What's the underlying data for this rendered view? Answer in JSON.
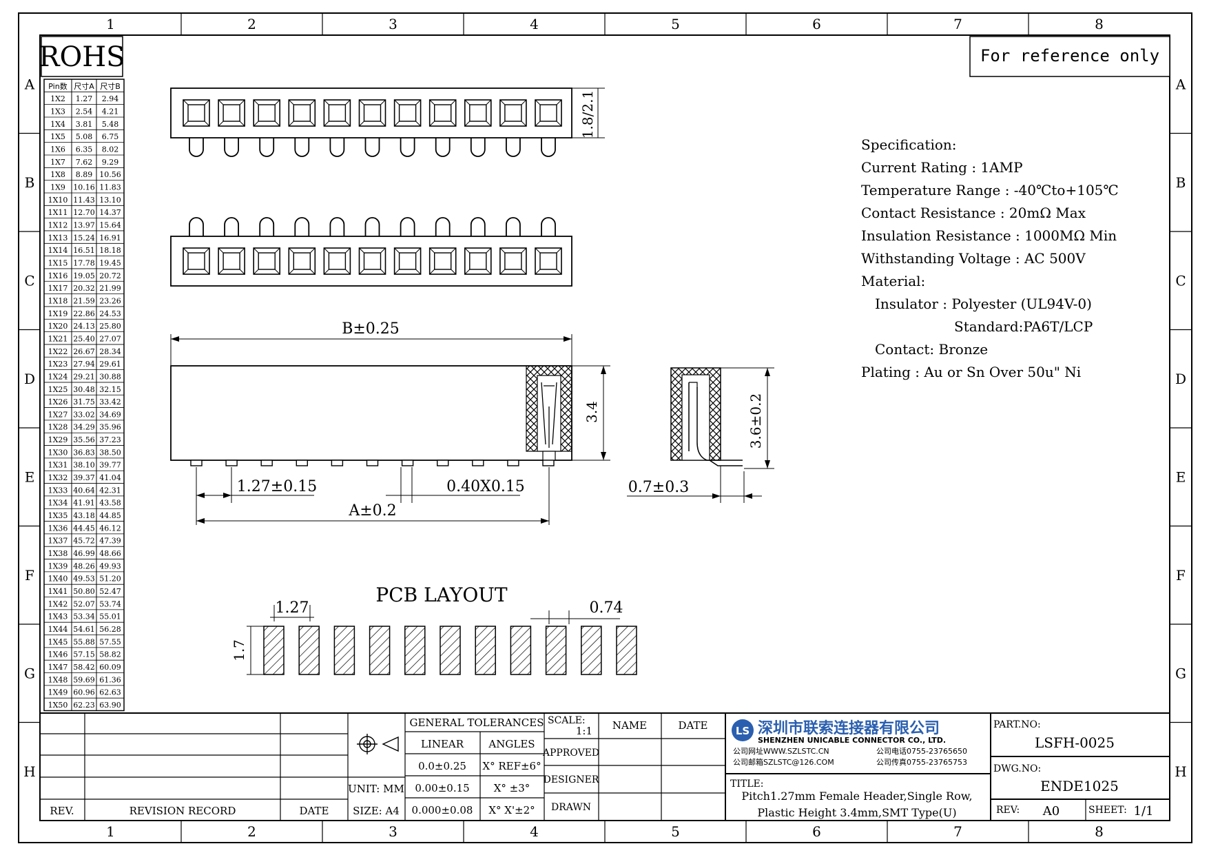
{
  "border": {
    "columns": [
      "1",
      "2",
      "3",
      "4",
      "5",
      "6",
      "7",
      "8"
    ],
    "rows": [
      "A",
      "B",
      "C",
      "D",
      "E",
      "F",
      "G",
      "H"
    ]
  },
  "rohs_label": "ROHS",
  "reference_note": "For reference only",
  "pin_table": {
    "headers": [
      "Pin数",
      "尺寸A",
      "尺寸B"
    ],
    "rows": [
      [
        "1X2",
        "1.27",
        "2.94"
      ],
      [
        "1X3",
        "2.54",
        "4.21"
      ],
      [
        "1X4",
        "3.81",
        "5.48"
      ],
      [
        "1X5",
        "5.08",
        "6.75"
      ],
      [
        "1X6",
        "6.35",
        "8.02"
      ],
      [
        "1X7",
        "7.62",
        "9.29"
      ],
      [
        "1X8",
        "8.89",
        "10.56"
      ],
      [
        "1X9",
        "10.16",
        "11.83"
      ],
      [
        "1X10",
        "11.43",
        "13.10"
      ],
      [
        "1X11",
        "12.70",
        "14.37"
      ],
      [
        "1X12",
        "13.97",
        "15.64"
      ],
      [
        "1X13",
        "15.24",
        "16.91"
      ],
      [
        "1X14",
        "16.51",
        "18.18"
      ],
      [
        "1X15",
        "17.78",
        "19.45"
      ],
      [
        "1X16",
        "19.05",
        "20.72"
      ],
      [
        "1X17",
        "20.32",
        "21.99"
      ],
      [
        "1X18",
        "21.59",
        "23.26"
      ],
      [
        "1X19",
        "22.86",
        "24.53"
      ],
      [
        "1X20",
        "24.13",
        "25.80"
      ],
      [
        "1X21",
        "25.40",
        "27.07"
      ],
      [
        "1X22",
        "26.67",
        "28.34"
      ],
      [
        "1X23",
        "27.94",
        "29.61"
      ],
      [
        "1X24",
        "29.21",
        "30.88"
      ],
      [
        "1X25",
        "30.48",
        "32.15"
      ],
      [
        "1X26",
        "31.75",
        "33.42"
      ],
      [
        "1X27",
        "33.02",
        "34.69"
      ],
      [
        "1X28",
        "34.29",
        "35.96"
      ],
      [
        "1X29",
        "35.56",
        "37.23"
      ],
      [
        "1X30",
        "36.83",
        "38.50"
      ],
      [
        "1X31",
        "38.10",
        "39.77"
      ],
      [
        "1X32",
        "39.37",
        "41.04"
      ],
      [
        "1X33",
        "40.64",
        "42.31"
      ],
      [
        "1X34",
        "41.91",
        "43.58"
      ],
      [
        "1X35",
        "43.18",
        "44.85"
      ],
      [
        "1X36",
        "44.45",
        "46.12"
      ],
      [
        "1X37",
        "45.72",
        "47.39"
      ],
      [
        "1X38",
        "46.99",
        "48.66"
      ],
      [
        "1X39",
        "48.26",
        "49.93"
      ],
      [
        "1X40",
        "49.53",
        "51.20"
      ],
      [
        "1X41",
        "50.80",
        "52.47"
      ],
      [
        "1X42",
        "52.07",
        "53.74"
      ],
      [
        "1X43",
        "53.34",
        "55.01"
      ],
      [
        "1X44",
        "54.61",
        "56.28"
      ],
      [
        "1X45",
        "55.88",
        "57.55"
      ],
      [
        "1X46",
        "57.15",
        "58.82"
      ],
      [
        "1X47",
        "58.42",
        "60.09"
      ],
      [
        "1X48",
        "59.69",
        "61.36"
      ],
      [
        "1X49",
        "60.96",
        "62.63"
      ],
      [
        "1X50",
        "62.23",
        "63.90"
      ]
    ]
  },
  "drawing": {
    "pin_count": 11,
    "dim_height_top": "1.8/2.1",
    "dim_b": "B±0.25",
    "dim_body_height": "3.4",
    "dim_side_height": "3.6±0.2",
    "dim_pitch": "1.27±0.15",
    "dim_pin_width": "0.40X0.15",
    "dim_a": "A±0.2",
    "dim_foot": "0.7±0.3",
    "pcb_title": "PCB LAYOUT",
    "pcb_pitch": "1.27",
    "pcb_pad_width": "0.74",
    "pcb_pad_height": "1.7"
  },
  "specification": {
    "lines": [
      "Specification:",
      "Current Rating : 1AMP",
      "Temperature Range : -40℃to+105℃",
      "Contact Resistance : 20mΩ Max",
      "Insulation Resistance : 1000MΩ Min",
      "Withstanding Voltage : AC 500V",
      "Material:",
      "Insulator : Polyester (UL94V-0)",
      "Standard:PA6T/LCP",
      "Contact: Bronze",
      "Plating : Au or Sn Over 50u\" Ni"
    ]
  },
  "title_block": {
    "rev_header": "REV.",
    "revision_record_header": "REVISION RECORD",
    "date_header": "DATE",
    "unit": "UNIT: MM",
    "size": "SIZE: A4",
    "general_tolerances": "GENERAL TOLERANCES",
    "linear": "LINEAR",
    "angles": "ANGLES",
    "tol_linear": [
      "0.0±0.25",
      "0.00±0.15",
      "0.000±0.08"
    ],
    "tol_angles": [
      "X° REF±6°",
      "X° ±3°",
      "X° X'±2°"
    ],
    "scale_label": "SCALE:",
    "scale_value": "1:1",
    "name_header": "NAME",
    "date2_header": "DATE",
    "approved": "APPROVED",
    "designer": "DESIGNER",
    "drawn": "DRAWN",
    "company_cn": "深圳市联索连接器有限公司",
    "company_en": "SHENZHEN UNICABLE CONNECTOR CO., LTD.",
    "company_web": "公司网址WWW.SZLSTC.CN",
    "company_mail": "公司邮箱SZLSTC@126.COM",
    "company_tel": "公司电话0755-23765650",
    "company_fax": "公司传真0755-23765753",
    "logo_text": "LS",
    "title_label": "TITLE:",
    "title_line1": "Pitch1.27mm Female Header,Single Row,",
    "title_line2": "Plastic Height 3.4mm,SMT Type(U)",
    "part_no_label": "PART.NO:",
    "part_no": "LSFH-0025",
    "dwg_no_label": "DWG.NO:",
    "dwg_no": "ENDE1025",
    "rev_label": "REV:",
    "rev_value": "A0",
    "sheet_label": "SHEET:",
    "sheet_value": "1/1"
  },
  "colors": {
    "logo_blue": "#2a5fb0"
  }
}
